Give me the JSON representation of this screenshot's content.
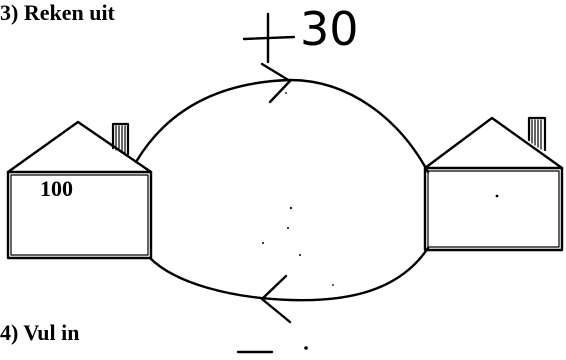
{
  "exercise_3": {
    "title": "3) Reken uit"
  },
  "operations": {
    "top": {
      "symbol": "+",
      "value": "30"
    },
    "bottom": {
      "symbol": "−"
    }
  },
  "houses": {
    "left": {
      "value": "100"
    },
    "right": {
      "value": ""
    }
  },
  "exercise_4": {
    "title": "4) Vul in"
  }
}
